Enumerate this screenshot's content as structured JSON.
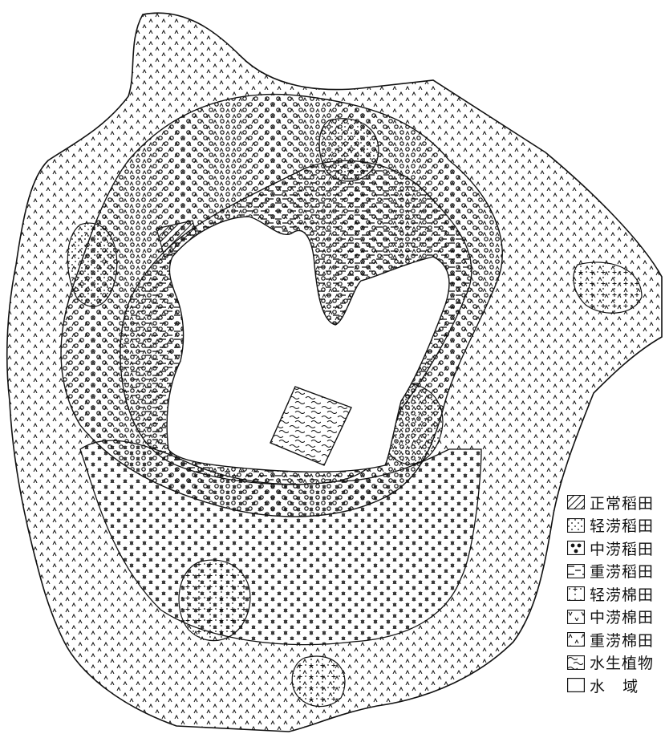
{
  "legend": {
    "items": [
      {
        "label": "正常稻田",
        "pattern": "hatch"
      },
      {
        "label": "轻涝稻田",
        "pattern": "fine-dots"
      },
      {
        "label": "中涝稻田",
        "pattern": "heavy-dots"
      },
      {
        "label": "重涝稻田",
        "pattern": "dashes"
      },
      {
        "label": "轻涝棉田",
        "pattern": "dots-plus"
      },
      {
        "label": "中涝棉田",
        "pattern": "v-marks"
      },
      {
        "label": "重涝棉田",
        "pattern": "caret-marks"
      },
      {
        "label": "水生植物",
        "pattern": "waves"
      },
      {
        "label": "水   域",
        "pattern": "blank"
      }
    ]
  },
  "colors": {
    "ink": "#111111",
    "paper": "#ffffff"
  }
}
